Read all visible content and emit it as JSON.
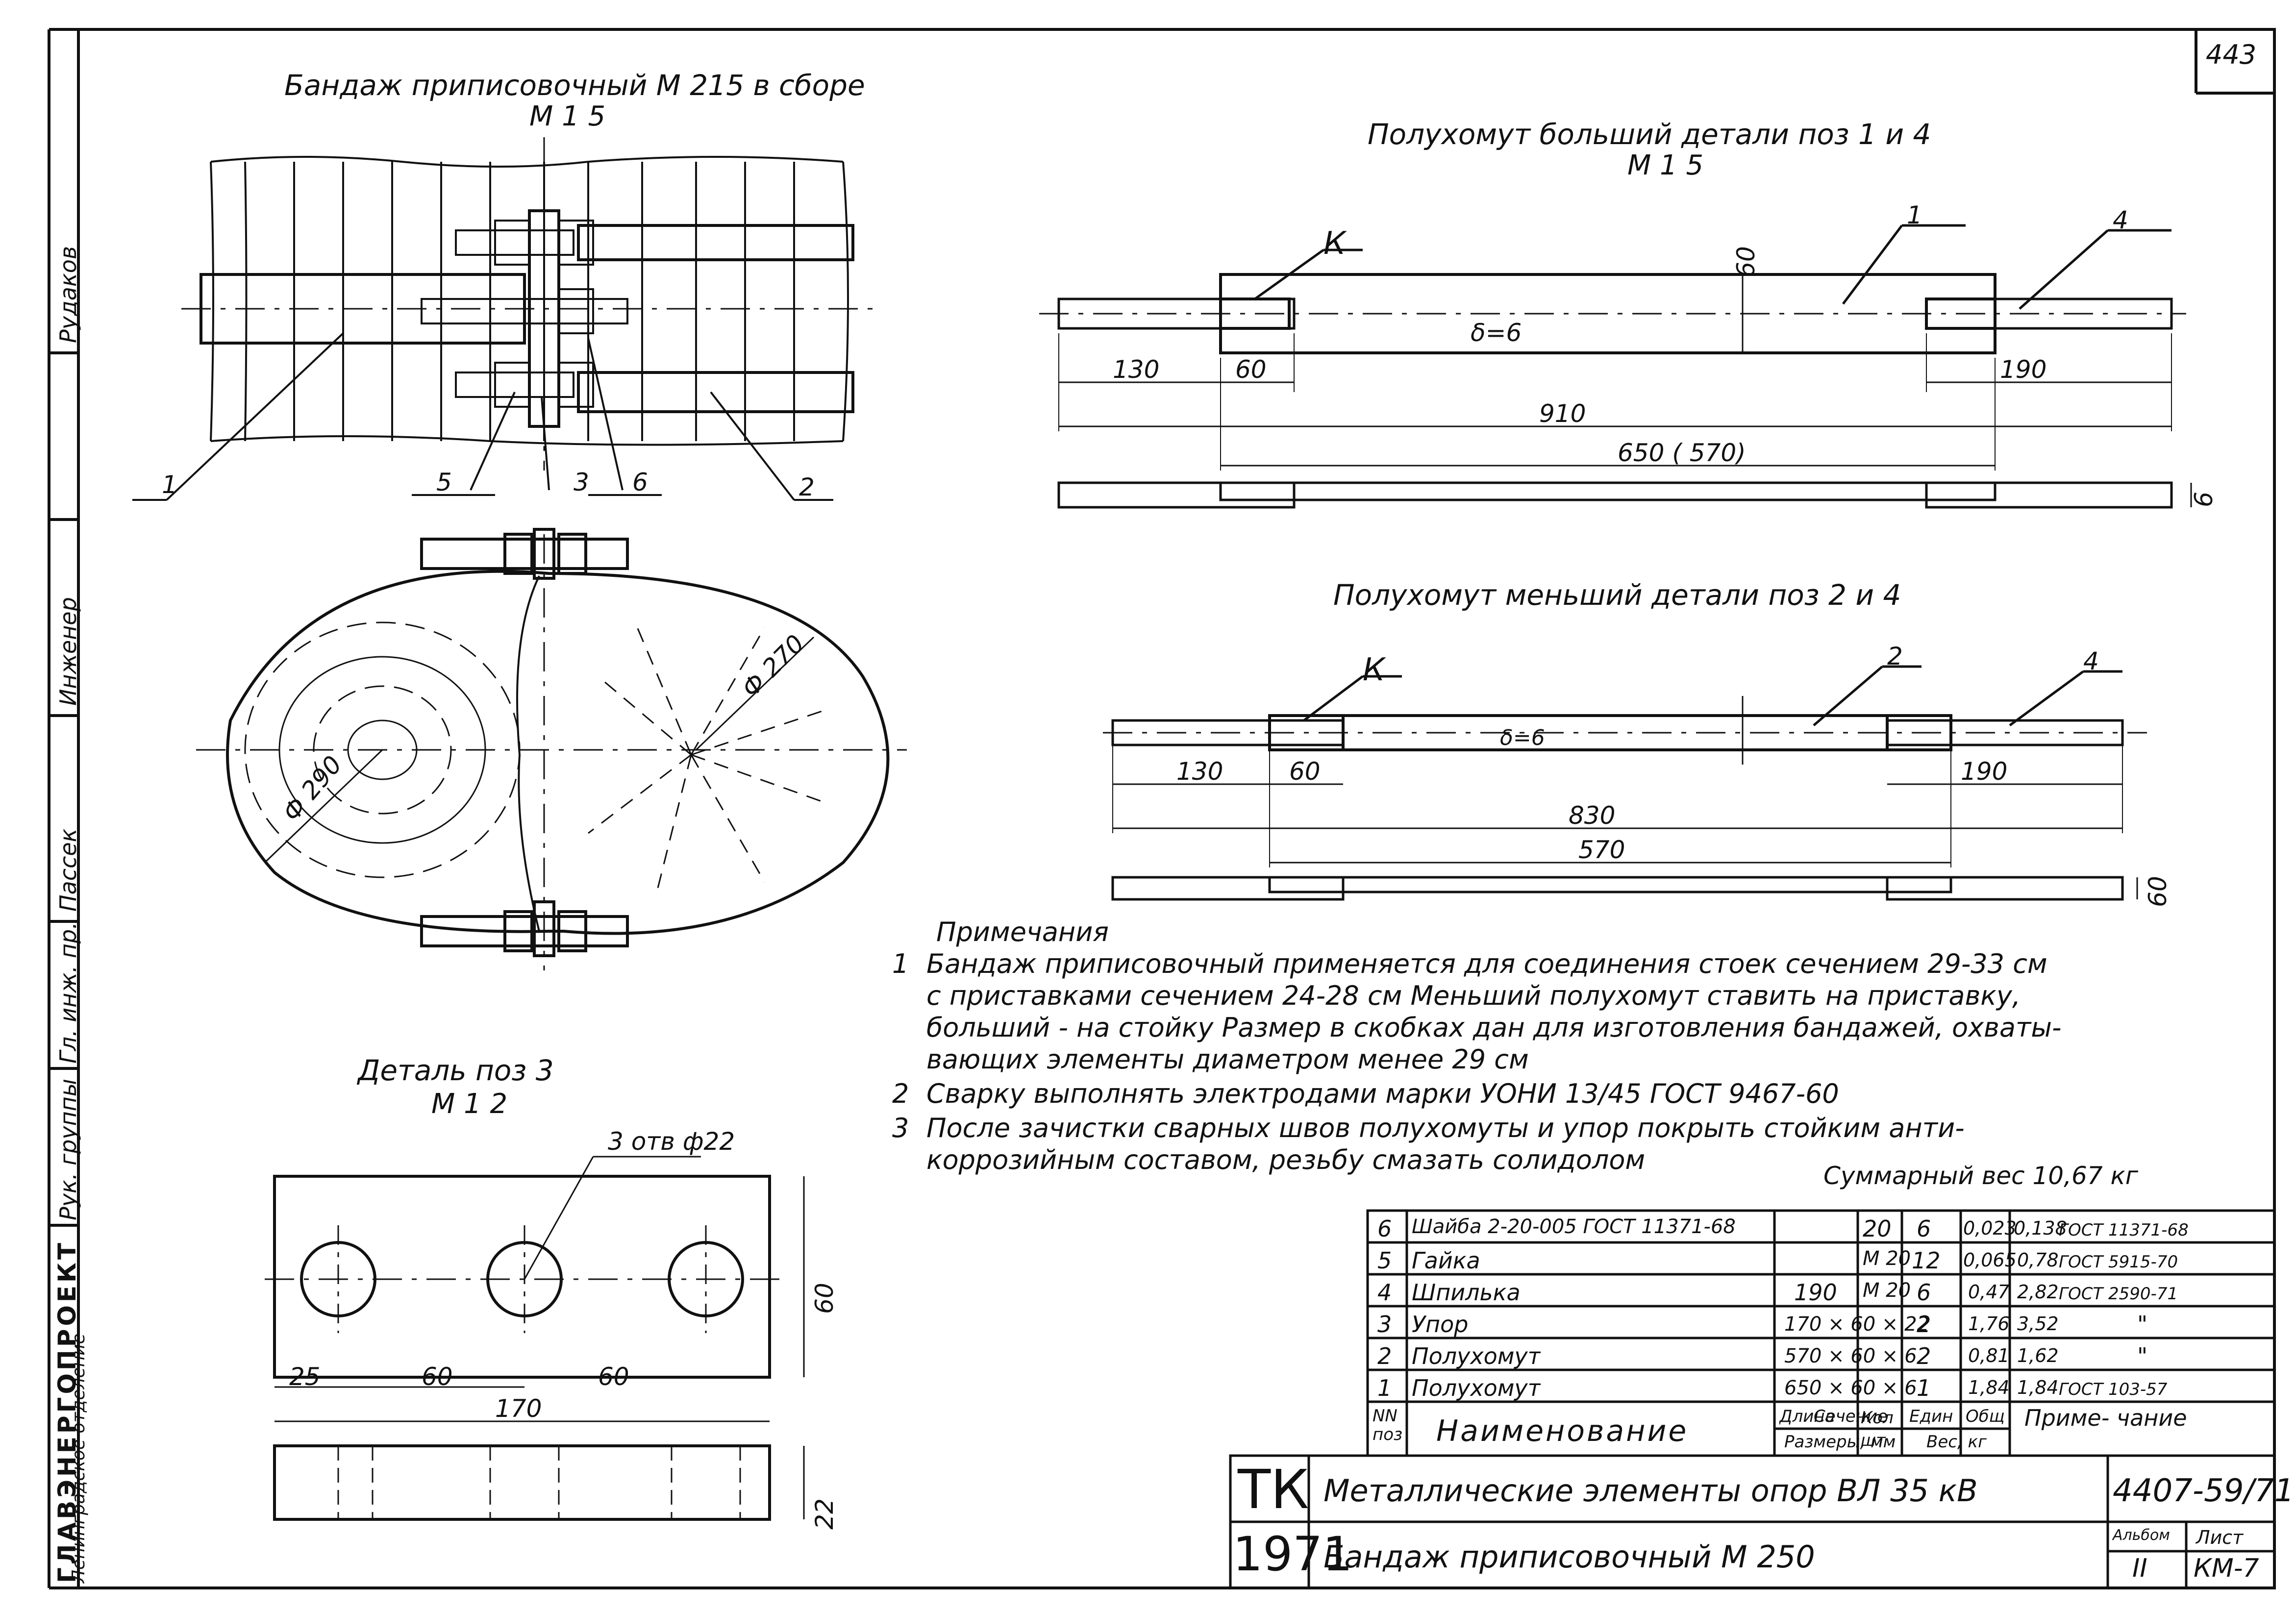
{
  "sheet_number": "443",
  "side_stamp": {
    "org": "ГЛАВЭНЕРГОПРОЕКТ",
    "dept": "Ленинградское отделение",
    "roles": [
      "Рук. группы",
      "Гл. инж. пр.",
      "Пассек",
      "Инженер",
      "Рудаков"
    ]
  },
  "views": {
    "assembly_title": "Бандаж приписовочный М 215 в сборе",
    "assembly_scale": "М 1 5",
    "big_half_title": "Полухомут больший детали поз 1 и 4",
    "big_half_scale": "М 1 5",
    "small_half_title": "Полухомут меньший детали поз 2 и 4",
    "detail3_title": "Деталь поз 3",
    "detail3_scale": "М 1 2"
  },
  "callouts": {
    "assembly": [
      "1",
      "5",
      "3",
      "6",
      "2"
    ],
    "big_half": [
      "К",
      "1",
      "4"
    ],
    "small_half": [
      "К",
      "2",
      "4"
    ]
  },
  "dimensions": {
    "big_half": {
      "delta": "δ=6",
      "d130": "130",
      "d60": "60",
      "d190": "190",
      "d910": "910",
      "d650": "650 ( 570)",
      "t60": "60",
      "t6": "6"
    },
    "small_half": {
      "delta": "δ=6",
      "d130": "130",
      "d60": "60",
      "d190": "190",
      "d830": "830",
      "d570": "570",
      "t60": "60",
      "t6": "60"
    },
    "circle": {
      "d290": "Ф 290",
      "d270": "Ф 270"
    },
    "detail3": {
      "holes": "3 отв ф22",
      "d25": "25",
      "d60a": "60",
      "d60b": "60",
      "d170": "170",
      "h60": "60",
      "h22": "22"
    }
  },
  "notes": {
    "heading": "Примечания",
    "items": [
      {
        "num": "1",
        "lines": [
          "Бандаж приписовочный применяется для соединения стоек сечением 29-33 см",
          "с приставками сечением 24-28 см  Меньший полухомут ставить на приставку,",
          "больший - на стойку  Размер в скобках дан для изготовления бандажей, охваты-",
          "вающих элементы диаметром менее 29 см"
        ]
      },
      {
        "num": "2",
        "lines": [
          "Сварку выполнять электродами марки УОНИ 13/45 ГОСТ 9467-60"
        ]
      },
      {
        "num": "3",
        "lines": [
          "После зачистки сварных швов полухомуты и упор покрыть стойким анти-",
          "коррозийным составом, резьбу смазать солидолом"
        ]
      }
    ],
    "total_weight": "Суммарный вес 10,67 кг"
  },
  "spec_table": {
    "rows": [
      {
        "pos": "6",
        "name": "Шайба 2-20-005 ГОСТ 11371-68",
        "len": "",
        "sec": "20",
        "qty": "6",
        "unit": "0,023",
        "total": "0,138",
        "note": "ГОСТ 11371-68"
      },
      {
        "pos": "5",
        "name": "Гайка",
        "len": "",
        "sec": "М 20",
        "qty": "12",
        "unit": "0,065",
        "total": "0,78",
        "note": "ГОСТ 5915-70"
      },
      {
        "pos": "4",
        "name": "Шпилька",
        "len": "190",
        "sec": "М 20",
        "qty": "6",
        "unit": "0,47",
        "total": "2,82",
        "note": "ГОСТ 2590-71"
      },
      {
        "pos": "3",
        "name": "Упор",
        "len": "170 × 60 × 22",
        "sec": "",
        "qty": "2",
        "unit": "1,76",
        "total": "3,52",
        "note": "\""
      },
      {
        "pos": "2",
        "name": "Полухомут",
        "len": "570 × 60 × 6",
        "sec": "",
        "qty": "2",
        "unit": "0,81",
        "total": "1,62",
        "note": "\""
      },
      {
        "pos": "1",
        "name": "Полухомут",
        "len": "650 × 60 × 6",
        "sec": "",
        "qty": "1",
        "unit": "1,84",
        "total": "1,84",
        "note": "ГОСТ 103-57"
      }
    ],
    "header": {
      "pos": "NN поз",
      "name": "Наименование",
      "len": "Длина",
      "sec": "Сечение",
      "sizes": "Размеры, мм",
      "qty": "Кол шт",
      "unit": "Един",
      "total": "Общ",
      "weight": "Вес, кг",
      "note": "Приме- чание"
    }
  },
  "title_block": {
    "tk": "ТК",
    "year": "1971",
    "series_title": "Металлические элементы опор ВЛ 35 кВ",
    "sheet_title": "Бандаж приписовочный М 250",
    "doc_code": "4407-59/71",
    "album_label": "Альбом",
    "album": "II",
    "sheet_label": "Лист",
    "sheet": "КМ-7"
  }
}
